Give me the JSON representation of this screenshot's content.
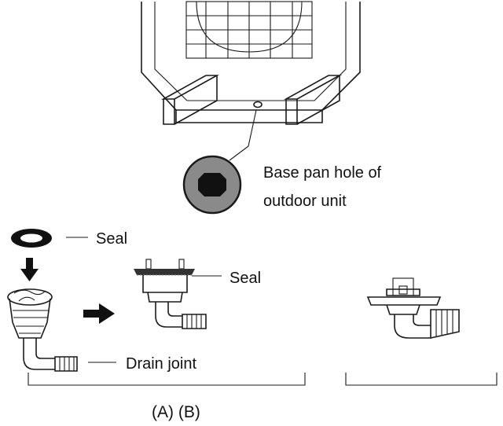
{
  "labels": {
    "base_pan_line1": "Base pan hole of",
    "base_pan_line2": "outdoor unit",
    "seal_top": "Seal",
    "seal_mid": "Seal",
    "drain_joint": "Drain joint",
    "caption": "(A) (B)"
  },
  "colors": {
    "ink": "#1a1a1a",
    "hole_fill": "#8a8a8a",
    "hole_center": "#111111"
  }
}
